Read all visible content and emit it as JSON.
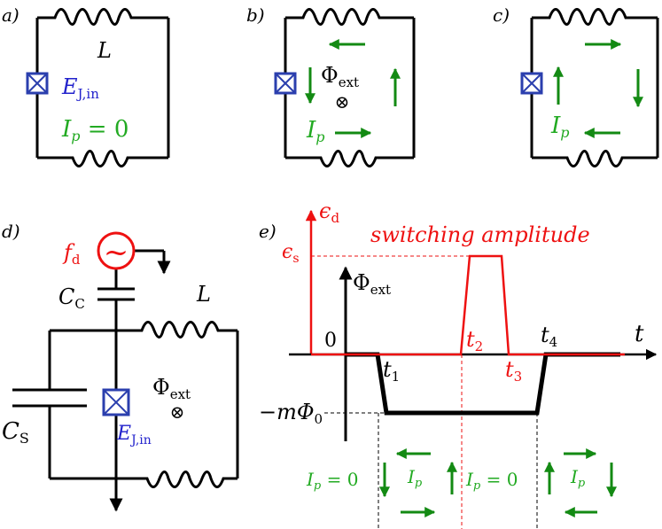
{
  "colors": {
    "wire": "#000000",
    "junction": "#2b3fae",
    "junction_text": "#2222cc",
    "green": "#138a13",
    "red": "#ee1111"
  },
  "panel_labels": {
    "a": "a)",
    "b": "b)",
    "c": "c)",
    "d": "d)",
    "e": "e)"
  },
  "panel_a": {
    "inductor_label": "L",
    "junction_label": "E",
    "junction_sub": "J,in",
    "current_label": "I",
    "current_sub": "p",
    "current_value": " = 0"
  },
  "panel_b": {
    "flux_label": "Φ",
    "flux_sub": "ext",
    "flux_symbol": "⊗",
    "current_label": "I",
    "current_sub": "p"
  },
  "panel_c": {
    "current_label": "I",
    "current_sub": "p"
  },
  "panel_d": {
    "drive_label": "f",
    "drive_sub": "d",
    "drive_symbol": "~",
    "coupling_cap": "C",
    "coupling_sub": "C",
    "shunt_cap": "C",
    "shunt_sub": "S",
    "inductor_label": "L",
    "flux_label": "Φ",
    "flux_sub": "ext",
    "flux_symbol": "⊗",
    "junction_label": "E",
    "junction_sub": "J,in"
  },
  "panel_e": {
    "drive_axis_label": "ϵ",
    "drive_axis_sub": "d",
    "switch_level_label": "ϵ",
    "switch_level_sub": "s",
    "annotation": "switching amplitude",
    "flux_axis_label": "Φ",
    "flux_axis_sub": "ext",
    "zero_label": "0",
    "time_label": "t",
    "flux_low_label": "−mΦ",
    "flux_low_sub": "0",
    "times": [
      {
        "label": "t",
        "sub": "1"
      },
      {
        "label": "t",
        "sub": "2"
      },
      {
        "label": "t",
        "sub": "3"
      },
      {
        "label": "t",
        "sub": "4"
      }
    ],
    "states": [
      {
        "label": "I",
        "sub": "p",
        "value": " = 0"
      },
      {
        "label": "I",
        "sub": "p"
      },
      {
        "label": "I",
        "sub": "p",
        "value": " = 0"
      },
      {
        "label": "I",
        "sub": "p"
      }
    ]
  }
}
